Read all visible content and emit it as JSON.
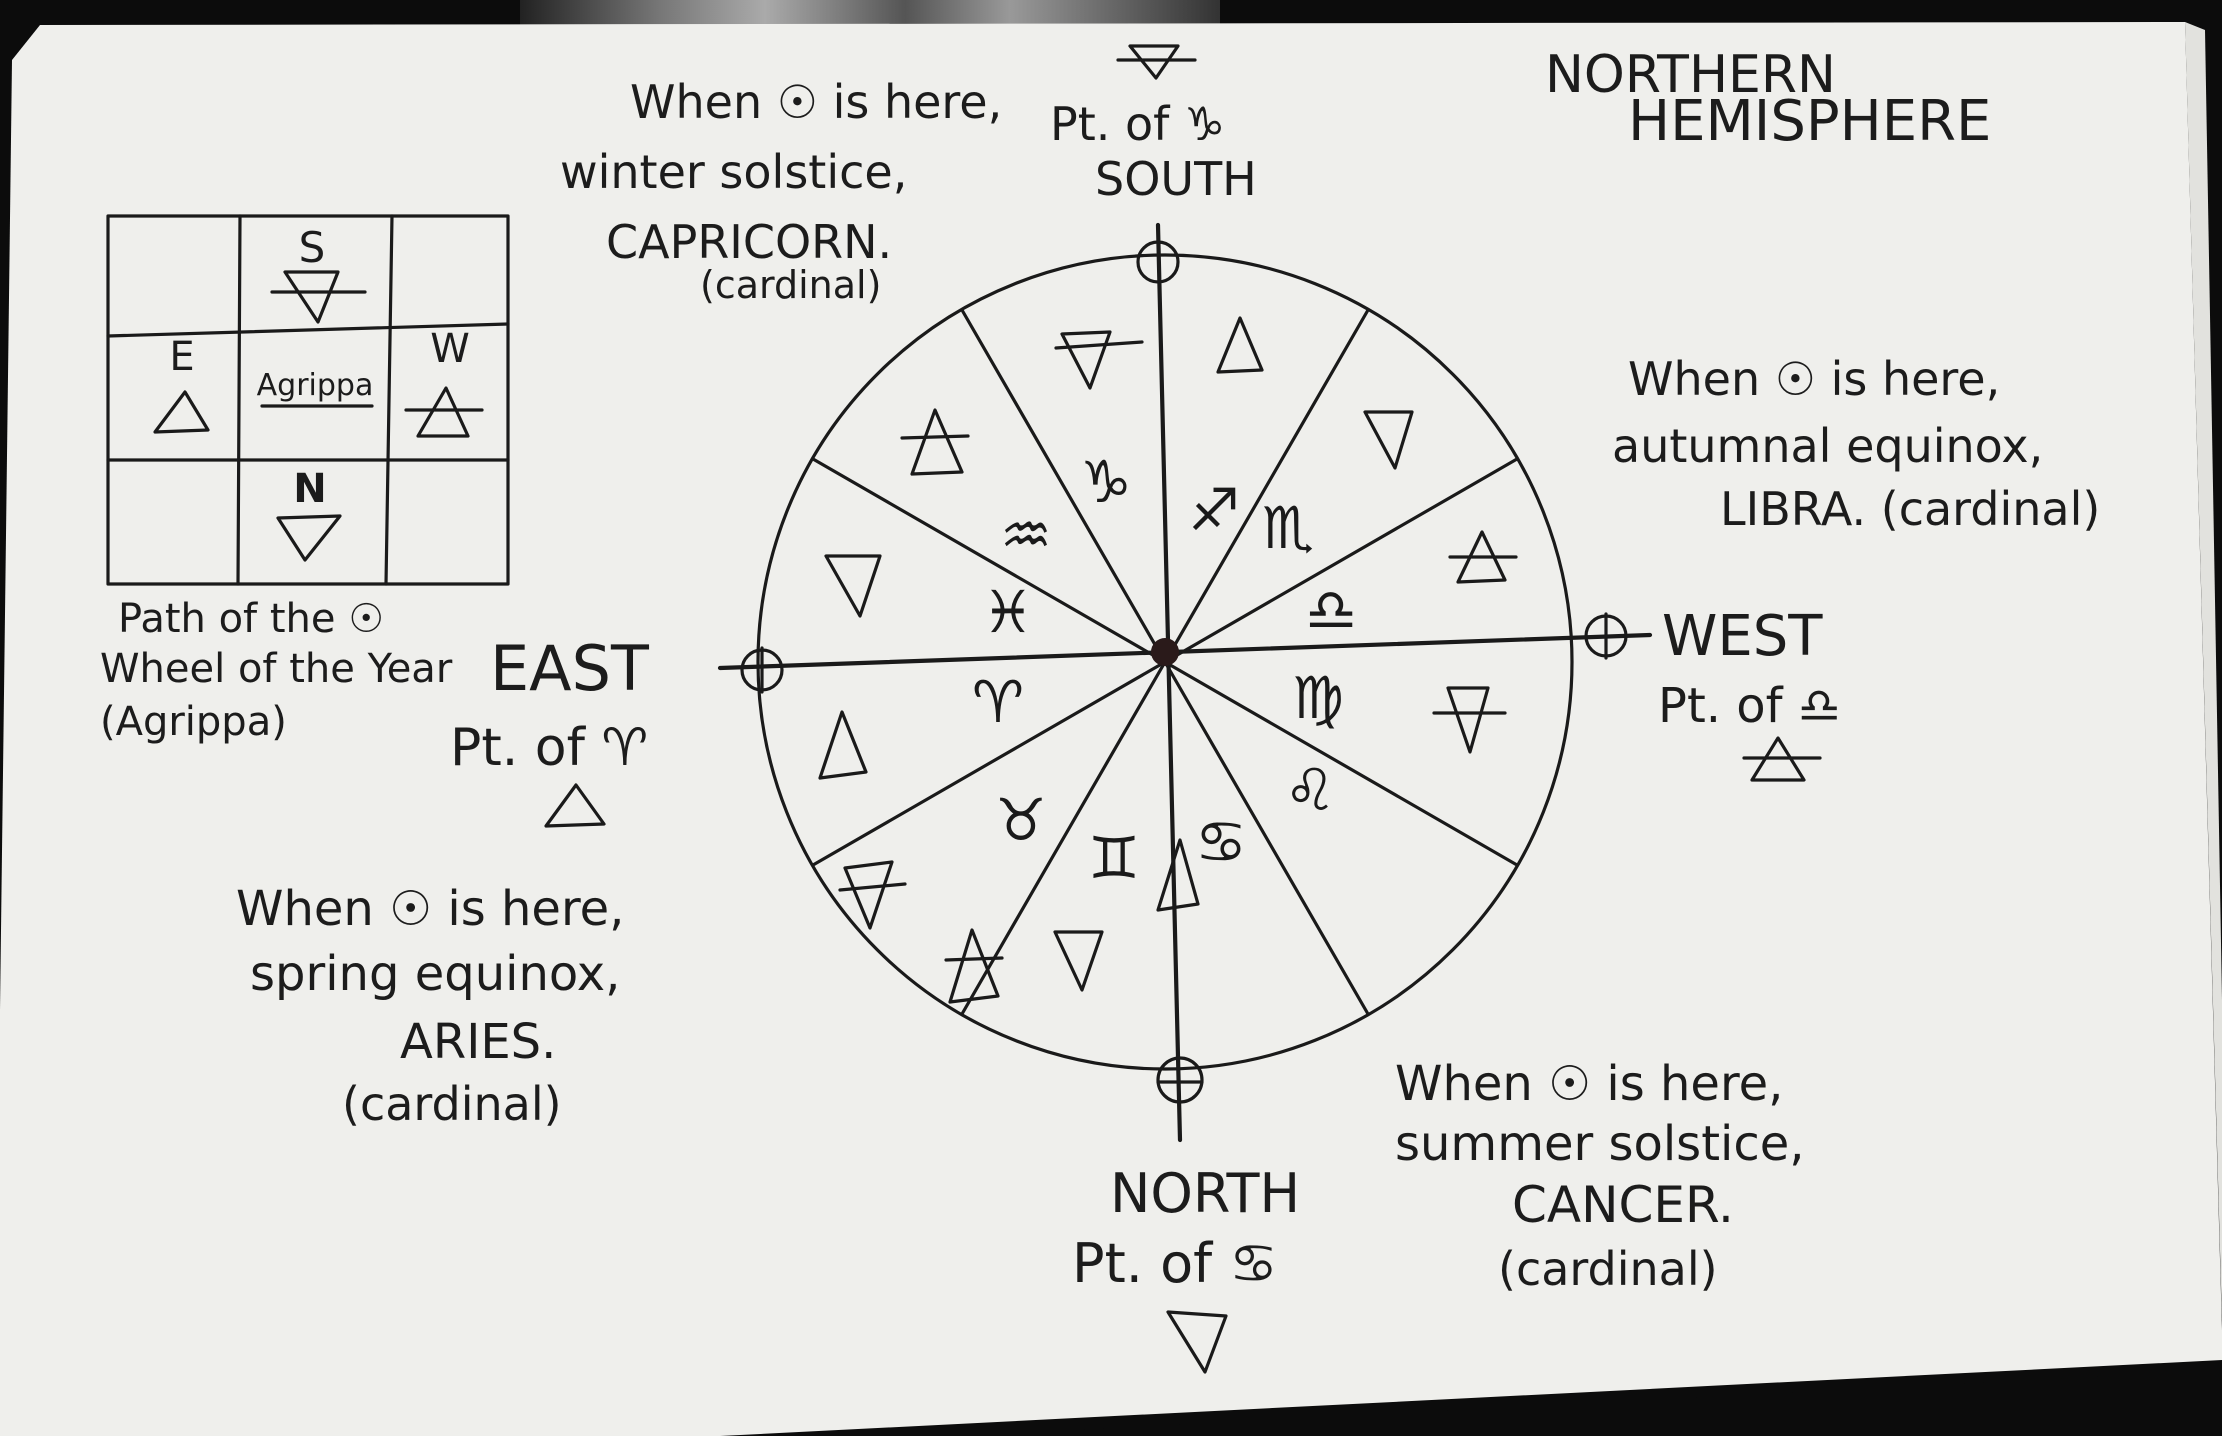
{
  "title": {
    "line1": "NORTHERN",
    "line2": "HEMISPHERE"
  },
  "agrippa_grid": {
    "south_label": "S",
    "east_label": "E",
    "center_label": "Agrippa",
    "west_label": "W",
    "north_label": "N",
    "south_element": "earth",
    "east_element": "fire",
    "west_element": "air",
    "north_element": "water",
    "caption_line1": "Path of the ☉",
    "caption_line2": "Wheel of the Year",
    "caption_line3": "(Agrippa)"
  },
  "cardinal_points": {
    "south": {
      "label": "SOUTH",
      "point_of": "Pt. of ♑",
      "element": "earth"
    },
    "east": {
      "label": "EAST",
      "point_of": "Pt. of ♈",
      "element": "fire"
    },
    "west": {
      "label": "WEST",
      "point_of": "Pt. of ♎",
      "element": "air"
    },
    "north": {
      "label": "NORTH",
      "point_of": "Pt. of ♋",
      "element": "water"
    }
  },
  "notes": {
    "winter": {
      "line1": "When ☉ is here,",
      "line2": "winter solstice,",
      "line3": "CAPRICORN.",
      "line4": "(cardinal)"
    },
    "autumn": {
      "line1": "When ☉ is here,",
      "line2": "autumnal equinox,",
      "line3": "LIBRA. (cardinal)"
    },
    "spring": {
      "line1": "When ☉ is here,",
      "line2": "spring equinox,",
      "line3": "ARIES.",
      "line4": "(cardinal)"
    },
    "summer": {
      "line1": "When ☉ is here,",
      "line2": "summer solstice,",
      "line3": "CANCER.",
      "line4": "(cardinal)"
    }
  },
  "wheel": {
    "segments": [
      {
        "sign": "Aries",
        "glyph": "♈",
        "element": "fire"
      },
      {
        "sign": "Taurus",
        "glyph": "♉",
        "element": "earth"
      },
      {
        "sign": "Gemini",
        "glyph": "♊",
        "element": "air"
      },
      {
        "sign": "Cancer",
        "glyph": "♋",
        "element": "water"
      },
      {
        "sign": "Leo",
        "glyph": "♌",
        "element": "fire"
      },
      {
        "sign": "Virgo",
        "glyph": "♍",
        "element": "earth"
      },
      {
        "sign": "Libra",
        "glyph": "♎",
        "element": "air"
      },
      {
        "sign": "Scorpio",
        "glyph": "♏",
        "element": "water"
      },
      {
        "sign": "Sagittarius",
        "glyph": "♐",
        "element": "fire"
      },
      {
        "sign": "Capricorn",
        "glyph": "♑",
        "element": "earth"
      },
      {
        "sign": "Aquarius",
        "glyph": "♒",
        "element": "air"
      },
      {
        "sign": "Pisces",
        "glyph": "♓",
        "element": "water"
      }
    ]
  }
}
